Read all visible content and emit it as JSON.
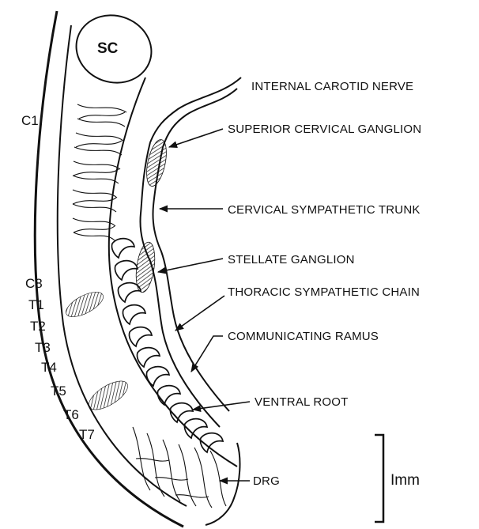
{
  "diagram": {
    "spinal_cord_label": "SC",
    "segment_labels": [
      "C1",
      "C8",
      "T1",
      "T2",
      "T3",
      "T4",
      "T5",
      "T6",
      "T7"
    ],
    "structure_labels": {
      "internal_carotid_nerve": "INTERNAL CAROTID NERVE",
      "superior_cervical_ganglion": "SUPERIOR CERVICAL GANGLION",
      "cervical_sympathetic_trunk": "CERVICAL SYMPATHETIC TRUNK",
      "stellate_ganglion": "STELLATE GANGLION",
      "thoracic_sympathetic_chain": "THORACIC SYMPATHETIC CHAIN",
      "communicating_ramus": "COMMUNICATING RAMUS",
      "ventral_root": "VENTRAL ROOT",
      "drg": "DRG"
    },
    "scale_bar_label": "Imm"
  }
}
